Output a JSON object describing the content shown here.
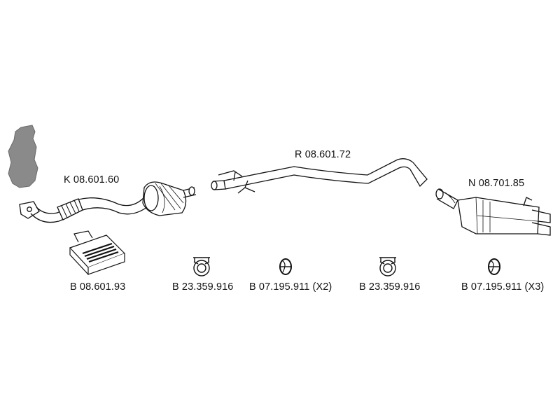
{
  "labels": {
    "front_pipe_cat": "K 08.601.60",
    "middle_pipe": "R 08.601.72",
    "rear_muffler": "N 08.701.85",
    "mount_kit": "B 08.601.93",
    "clamp_1": "B 23.359.916",
    "ring_x2": "B 07.195.911 (X2)",
    "clamp_2": "B 23.359.916",
    "ring_x3": "B 07.195.911 (X3)"
  }
}
